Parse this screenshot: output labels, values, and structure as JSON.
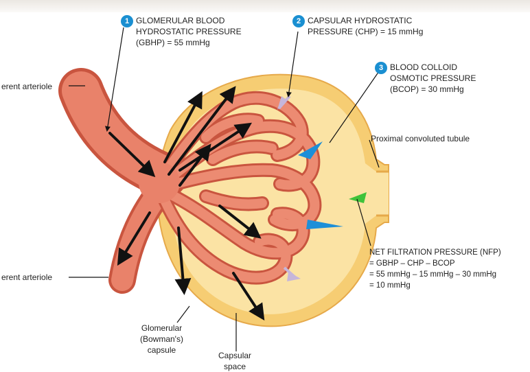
{
  "colors": {
    "vessel": "#e9826a",
    "vessel_dark": "#c9553f",
    "capsule_fill": "#fbe1a0",
    "capsule_wall": "#f4c96a",
    "badge": "#1a8fd1",
    "arrow_black": "#111111",
    "arrow_blue": "#1d8fd8",
    "arrow_lavender": "#c6b6da",
    "arrow_green": "#3fc23a"
  },
  "labels": {
    "gbhp": {
      "badge": "1",
      "lines": [
        "GLOMERULAR BLOOD",
        "HYDROSTATIC PRESSURE",
        "(GBHP) = 55 mmHg"
      ]
    },
    "chp": {
      "badge": "2",
      "lines": [
        "CAPSULAR HYDROSTATIC",
        "PRESSURE (CHP) = 15 mmHg"
      ]
    },
    "bcop": {
      "badge": "3",
      "lines": [
        "BLOOD COLLOID",
        "OSMOTIC PRESSURE",
        "(BCOP) = 30 mmHg"
      ]
    },
    "afferent": "erent arteriole",
    "efferent": "erent arteriole",
    "proximal_tubule": "Proximal convoluted tubule",
    "nfp": {
      "lines": [
        "NET FILTRATION PRESSURE (NFP)",
        "= GBHP – CHP – BCOP",
        "= 55 mmHg – 15 mmHg – 30 mmHg",
        "= 10 mmHg"
      ]
    },
    "capsule": {
      "lines": [
        "Glomerular",
        "(Bowman's)",
        "capsule"
      ]
    },
    "capsular_space": {
      "lines": [
        "Capsular",
        "space"
      ]
    }
  },
  "icons": [
    "black-flow-arrow",
    "blue-pressure-arrow",
    "lavender-pressure-arrow",
    "green-filtration-arrow"
  ]
}
